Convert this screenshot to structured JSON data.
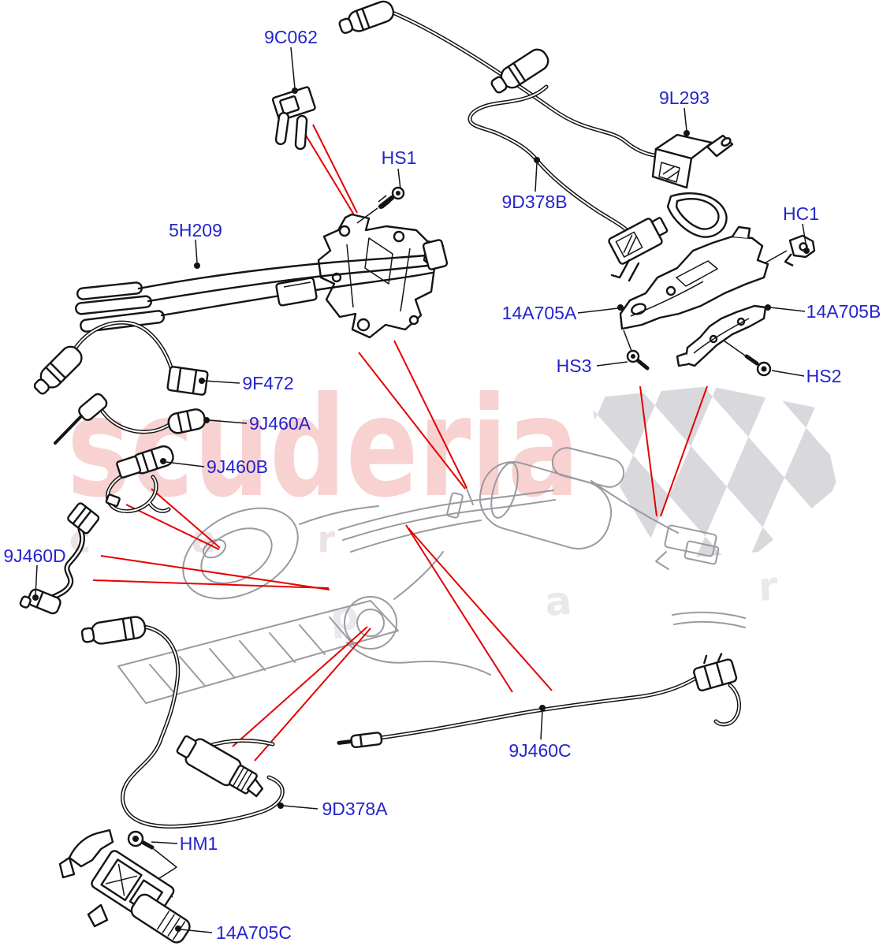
{
  "diagram": {
    "type": "exploded-parts-diagram",
    "background": "#ffffff",
    "colors": {
      "part_label": "#2424cd",
      "leader_line": "#141414",
      "callout_line": "#e60000",
      "assembly_drawing": "#9a9aa0",
      "watermark_pink": "#f7caca",
      "flag_gray": "#d9d9dd"
    }
  },
  "watermark": {
    "word": "scuderia",
    "tagline_1": "c a r",
    "tagline_2": "p a r t s"
  },
  "labels": [
    {
      "code": "9C062"
    },
    {
      "code": "HS1"
    },
    {
      "code": "9L293"
    },
    {
      "code": "9D378B"
    },
    {
      "code": "5H209"
    },
    {
      "code": "HC1"
    },
    {
      "code": "14A705A"
    },
    {
      "code": "14A705B"
    },
    {
      "code": "HS3"
    },
    {
      "code": "HS2"
    },
    {
      "code": "9F472"
    },
    {
      "code": "9J460A"
    },
    {
      "code": "9J460B"
    },
    {
      "code": "9J460D"
    },
    {
      "code": "9J460C"
    },
    {
      "code": "9D378A"
    },
    {
      "code": "HM1"
    },
    {
      "code": "14A705C"
    }
  ]
}
